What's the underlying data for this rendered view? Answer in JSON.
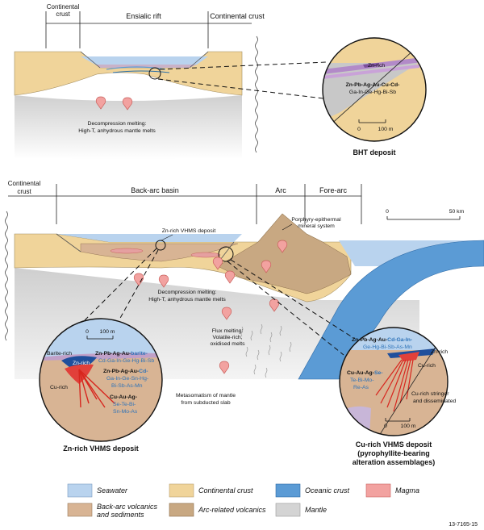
{
  "top": {
    "continental_crust_left": [
      "Continental",
      "crust"
    ],
    "ensialic_rift": "Ensialic rift",
    "continental_crust_right": "Continental crust",
    "decompression_melting": [
      "Decompression melting:",
      "High-T, anhydrous mantle melts"
    ],
    "bht_inset": {
      "zn_rich": "Zn-rich",
      "line1": "Zn-Pb-Ag-Au-Cu-Cd-",
      "line2": "Ga-In-Ge-Hg-Bi-Sb",
      "scale_0": "0",
      "scale_100": "100 m"
    },
    "bht_title": "BHT deposit"
  },
  "bottom": {
    "continental_crust": [
      "Continental",
      "crust"
    ],
    "back_arc_basin": "Back-arc basin",
    "arc": "Arc",
    "fore_arc": "Fore-arc",
    "scale_0": "0",
    "scale_50": "50 km",
    "zn_vhms_label": "Zn-rich VHMS deposit",
    "porphyry": [
      "Porphyry-epithermal",
      "mineral system"
    ],
    "decompression_melting": [
      "Decompression melting:",
      "High-T, anhydrous mantle melts"
    ],
    "flux_melting": [
      "Flux melting:",
      "Volatile-rich,",
      "oxidised melts"
    ],
    "metasomatism": [
      "Metasomatism of mantle",
      "from subducted slab"
    ]
  },
  "zn_inset": {
    "scale_0": "0",
    "scale_100": "100 m",
    "barite_rich": "Barite-rich",
    "zn_rich": "Zn-rich",
    "cu_rich": "Cu-rich",
    "a1": "Zn-Pb-Ag-Au-",
    "a1b": "barite-",
    "a2": "Cd-Ga-In-Ge-Hg-Bi-Sb",
    "b1": "Zn-Pb-Ag-Au-",
    "b1b": "Cd-",
    "b2": "Ga-In-Ge-Sn-Hg-",
    "b3": "Bi-Sb-As-Mn",
    "c1": "Cu-Au-Ag-",
    "c2": "Se-Te-Bi-",
    "c3": "Sn-Mo-As",
    "title": "Zn-rich VHMS deposit"
  },
  "cu_inset": {
    "a1": "Zn-Pb-Ag-Au-",
    "a1b": "Cd-Ga-In-",
    "a2": "Ge-Hg-Bi-Sb-As-Mn",
    "zn_rich": "Zn-rich",
    "cu_rich": "Cu-rich",
    "c1": "Cu-Au-Ag-",
    "c1b": "Se-",
    "c2": "Te-Bi-Mo-",
    "c3": "Re-As",
    "stringer": [
      "Cu-rich stringer",
      "and disseminated"
    ],
    "scale_0": "0",
    "scale_100": "100 m",
    "title": [
      "Cu-rich VHMS deposit",
      "(pyrophyllite-bearing",
      "alteration assemblages)"
    ]
  },
  "legend": {
    "seawater": "Seawater",
    "continental_crust": "Continental crust",
    "oceanic_crust": "Oceanic crust",
    "magma": "Magma",
    "back_arc": [
      "Back-arc volcanics",
      "and sediments"
    ],
    "arc_volcanics": "Arc-related volcanics",
    "mantle": "Mantle"
  },
  "figure_id": "13-7165-15",
  "colors": {
    "seawater": "#b9d3ee",
    "continental_crust": "#f0d49a",
    "oceanic_crust": "#5b9bd5",
    "magma": "#f2a2a0",
    "back_arc": "#d8b494",
    "arc_volcanics": "#c8a882",
    "mantle": "#d4d4d4",
    "ore_red": "#d7261e",
    "zn_blue": "#1f4f9c",
    "zn_purple": "#b28ac8"
  }
}
